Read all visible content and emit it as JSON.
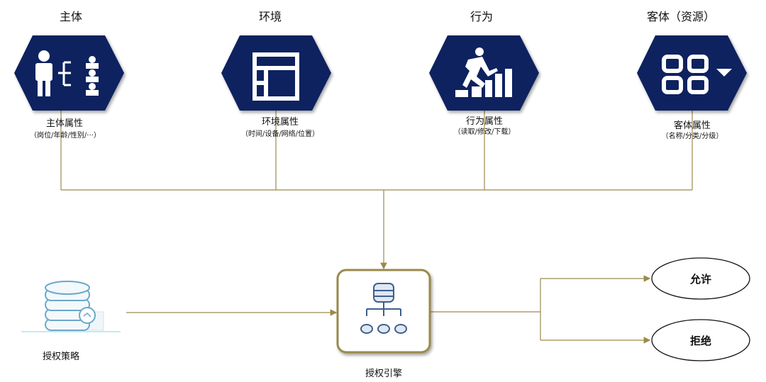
{
  "nodes": [
    {
      "title": "主体",
      "attr": "主体属性",
      "detail": "（岗位/年龄/性别/···）",
      "icon": "person-hierarchy-icon"
    },
    {
      "title": "环境",
      "attr": "环境属性",
      "detail": "（时间/设备/网络/位置）",
      "icon": "layout-window-icon"
    },
    {
      "title": "行为",
      "attr": "行为属性",
      "detail": "（读取/修改/下载）",
      "icon": "running-person-stairs-icon"
    },
    {
      "title": "客体（资源）",
      "attr": "客体属性",
      "detail": "（名称/分类/分级）",
      "icon": "grid-dropdown-icon"
    }
  ],
  "policy": {
    "label": "授权策略",
    "icon": "database-cloud-icon"
  },
  "engine": {
    "label": "授权引擎",
    "icon": "database-tree-icon"
  },
  "outcomes": {
    "allow": "允许",
    "deny": "拒绝"
  },
  "colors": {
    "hex": "#0b215e",
    "line": "#9a8a4c"
  }
}
